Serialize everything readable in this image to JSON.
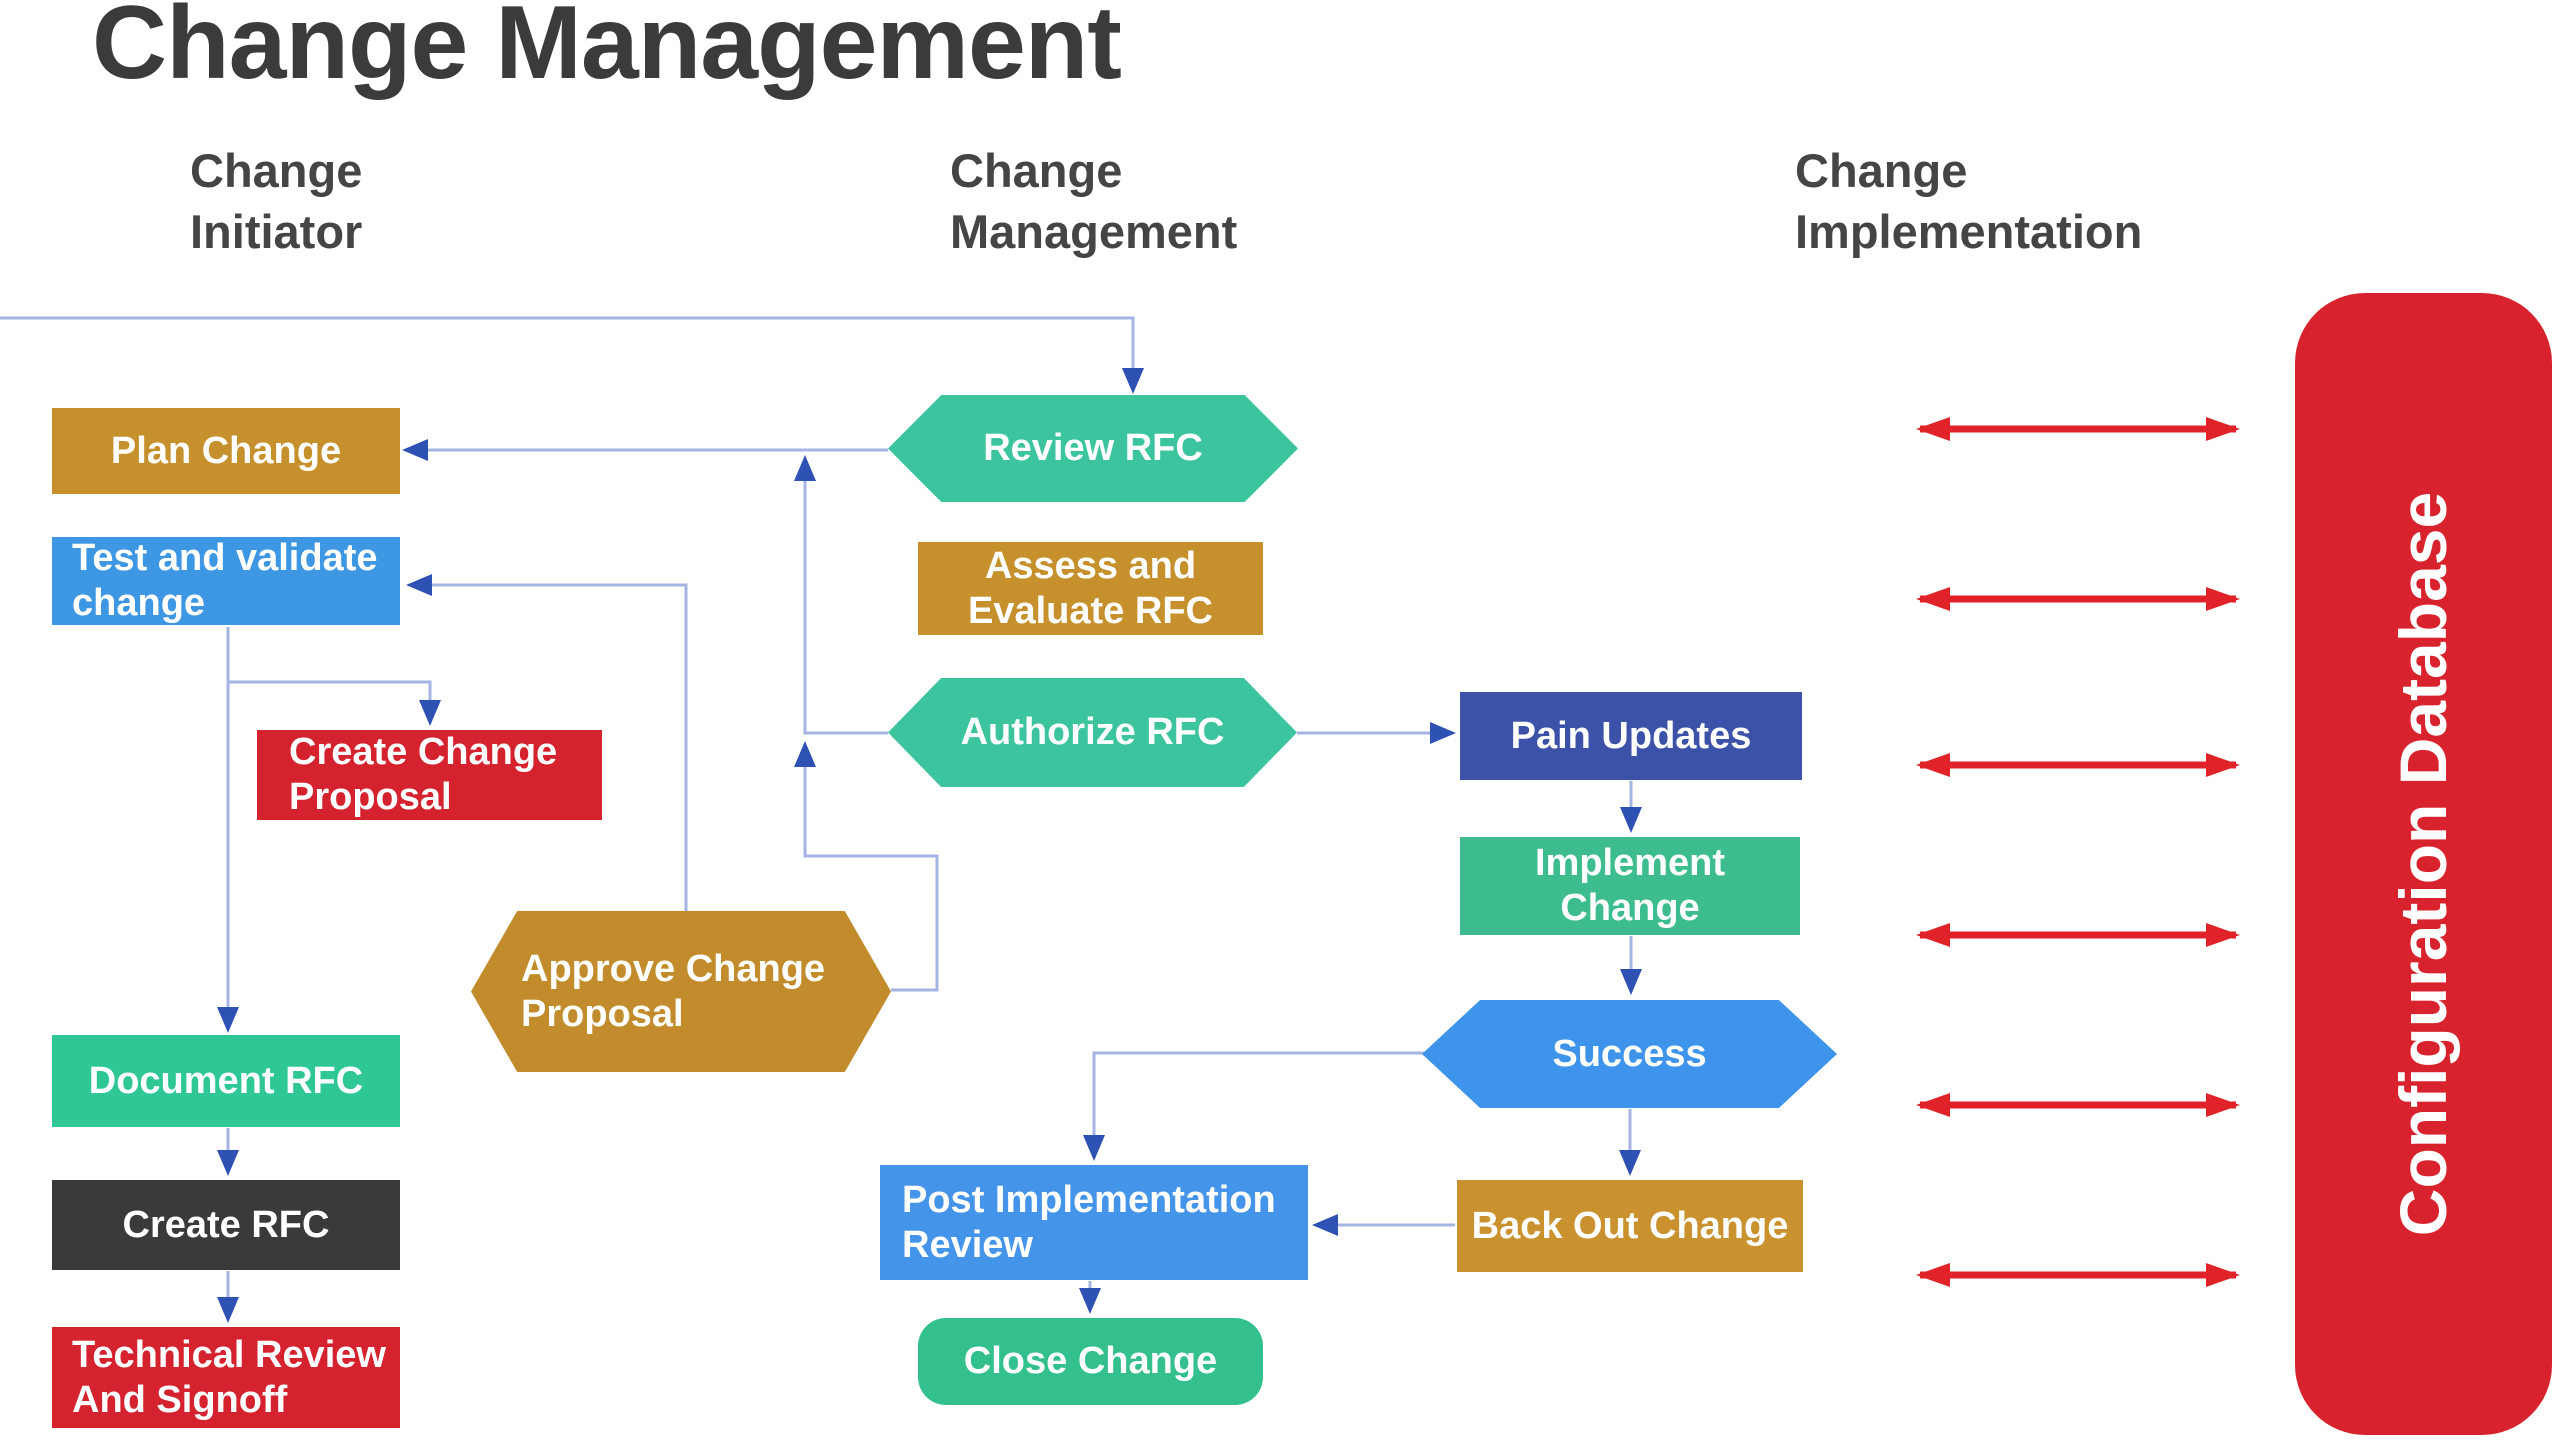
{
  "title": "Change Management",
  "columns": [
    {
      "label": "Change\nInitiator"
    },
    {
      "label": "Change\nManagement"
    },
    {
      "label": "Change\nImplementation"
    }
  ],
  "nodes": {
    "plan_change": "Plan Change",
    "test_validate": "Test and validate\nchange",
    "create_change_proposal": "Create Change\nProposal",
    "document_rfc": "Document RFC",
    "create_rfc": "Create RFC",
    "technical_review": "Technical Review\nAnd Signoff",
    "review_rfc": "Review RFC",
    "assess_evaluate": "Assess and\nEvaluate RFC",
    "authorize_rfc": "Authorize RFC",
    "approve_change_proposal": "Approve Change\nProposal",
    "post_implementation_review": "Post Implementation\nReview",
    "close_change": "Close Change",
    "pain_updates": "Pain Updates",
    "implement_change": "Implement\nChange",
    "success": "Success",
    "back_out_change": "Back Out Change",
    "configuration_database": "Configuration Database"
  },
  "colors": {
    "gold": "#c6912c",
    "gold_dark": "#c28c2c",
    "blue": "#3e97e2",
    "blue_bright": "#3e94eb",
    "teal_hexagon": "#3cc49e",
    "teal_rect": "#2fc795",
    "green_rect": "#3dbd8d",
    "red": "#d5222f",
    "red_database": "#d8232e",
    "indigo": "#3c51a8",
    "dark_gray": "#3a3a3a",
    "connector_line": "#a6b4e4",
    "connector_arrowhead": "#2e51b4",
    "red_arrow": "#df2328",
    "title_text": "#3b3b3b"
  }
}
